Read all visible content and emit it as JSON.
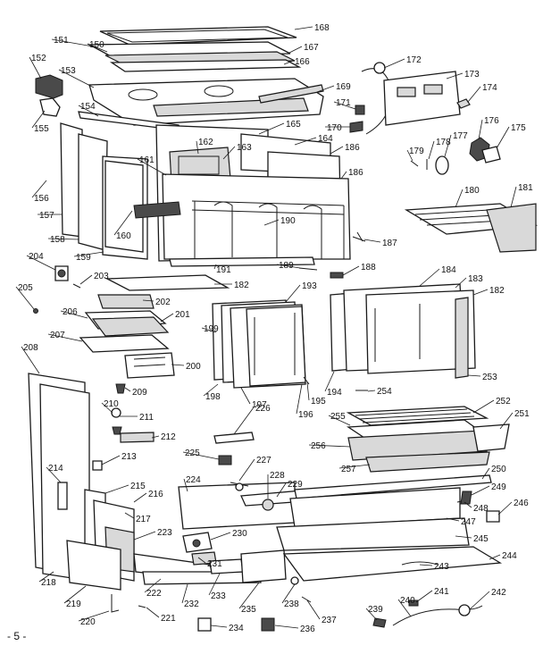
{
  "diagram": {
    "page_number": "- 5 -",
    "callouts": [
      {
        "id": "c168a",
        "label": "168"
      },
      {
        "id": "c151",
        "label": "151"
      },
      {
        "id": "c150",
        "label": "150"
      },
      {
        "id": "c167",
        "label": "167"
      },
      {
        "id": "c166",
        "label": "166"
      },
      {
        "id": "c152",
        "label": "152"
      },
      {
        "id": "c153",
        "label": "153"
      },
      {
        "id": "c169",
        "label": "169"
      },
      {
        "id": "c172",
        "label": "172"
      },
      {
        "id": "c173",
        "label": "173"
      },
      {
        "id": "c174",
        "label": "174"
      },
      {
        "id": "c171",
        "label": "171"
      },
      {
        "id": "c170",
        "label": "170"
      },
      {
        "id": "c154",
        "label": "154"
      },
      {
        "id": "c155",
        "label": "155"
      },
      {
        "id": "c165",
        "label": "165"
      },
      {
        "id": "c164",
        "label": "164"
      },
      {
        "id": "c186a",
        "label": "186"
      },
      {
        "id": "c176",
        "label": "176"
      },
      {
        "id": "c175",
        "label": "175"
      },
      {
        "id": "c177",
        "label": "177"
      },
      {
        "id": "c178",
        "label": "178"
      },
      {
        "id": "c179",
        "label": "179"
      },
      {
        "id": "c162",
        "label": "162"
      },
      {
        "id": "c163",
        "label": "163"
      },
      {
        "id": "c161",
        "label": "161"
      },
      {
        "id": "c186b",
        "label": "186"
      },
      {
        "id": "c156",
        "label": "156"
      },
      {
        "id": "c157",
        "label": "157"
      },
      {
        "id": "c180",
        "label": "180"
      },
      {
        "id": "c181",
        "label": "181"
      },
      {
        "id": "c160",
        "label": "160"
      },
      {
        "id": "c190",
        "label": "190"
      },
      {
        "id": "c158",
        "label": "158"
      },
      {
        "id": "c187",
        "label": "187"
      },
      {
        "id": "c159",
        "label": "159"
      },
      {
        "id": "c204",
        "label": "204"
      },
      {
        "id": "c203",
        "label": "203"
      },
      {
        "id": "c191",
        "label": "191"
      },
      {
        "id": "c189",
        "label": "189"
      },
      {
        "id": "c188",
        "label": "188"
      },
      {
        "id": "c184",
        "label": "184"
      },
      {
        "id": "c183",
        "label": "183"
      },
      {
        "id": "c182a",
        "label": "182"
      },
      {
        "id": "c205",
        "label": "205"
      },
      {
        "id": "c193",
        "label": "193"
      },
      {
        "id": "c182b",
        "label": "182"
      },
      {
        "id": "c202",
        "label": "202"
      },
      {
        "id": "c206",
        "label": "206"
      },
      {
        "id": "c201",
        "label": "201"
      },
      {
        "id": "c199",
        "label": "199"
      },
      {
        "id": "c207",
        "label": "207"
      },
      {
        "id": "c208",
        "label": "208"
      },
      {
        "id": "c200",
        "label": "200"
      },
      {
        "id": "c209",
        "label": "209"
      },
      {
        "id": "c198",
        "label": "198"
      },
      {
        "id": "c197",
        "label": "197"
      },
      {
        "id": "c196",
        "label": "196"
      },
      {
        "id": "c195",
        "label": "195"
      },
      {
        "id": "c194",
        "label": "194"
      },
      {
        "id": "c254",
        "label": "254"
      },
      {
        "id": "c253",
        "label": "253"
      },
      {
        "id": "c252",
        "label": "252"
      },
      {
        "id": "c210",
        "label": "210"
      },
      {
        "id": "c211",
        "label": "211"
      },
      {
        "id": "c226",
        "label": "226"
      },
      {
        "id": "c255",
        "label": "255"
      },
      {
        "id": "c251",
        "label": "251"
      },
      {
        "id": "c212",
        "label": "212"
      },
      {
        "id": "c256",
        "label": "256"
      },
      {
        "id": "c225",
        "label": "225"
      },
      {
        "id": "c227",
        "label": "227"
      },
      {
        "id": "c213",
        "label": "213"
      },
      {
        "id": "c257",
        "label": "257"
      },
      {
        "id": "c250",
        "label": "250"
      },
      {
        "id": "c228",
        "label": "228"
      },
      {
        "id": "c214",
        "label": "214"
      },
      {
        "id": "c224",
        "label": "224"
      },
      {
        "id": "c229",
        "label": "229"
      },
      {
        "id": "c215",
        "label": "215"
      },
      {
        "id": "c216",
        "label": "216"
      },
      {
        "id": "c249",
        "label": "249"
      },
      {
        "id": "c248",
        "label": "248"
      },
      {
        "id": "c246",
        "label": "246"
      },
      {
        "id": "c217",
        "label": "217"
      },
      {
        "id": "c247",
        "label": "247"
      },
      {
        "id": "c223",
        "label": "223"
      },
      {
        "id": "c230",
        "label": "230"
      },
      {
        "id": "c245",
        "label": "245"
      },
      {
        "id": "c231",
        "label": "231"
      },
      {
        "id": "c244",
        "label": "244"
      },
      {
        "id": "c243",
        "label": "243"
      },
      {
        "id": "c218",
        "label": "218"
      },
      {
        "id": "c222",
        "label": "222"
      },
      {
        "id": "c232",
        "label": "232"
      },
      {
        "id": "c233",
        "label": "233"
      },
      {
        "id": "c235",
        "label": "235"
      },
      {
        "id": "c238",
        "label": "238"
      },
      {
        "id": "c241",
        "label": "241"
      },
      {
        "id": "c242",
        "label": "242"
      },
      {
        "id": "c219",
        "label": "219"
      },
      {
        "id": "c221",
        "label": "221"
      },
      {
        "id": "c240",
        "label": "240"
      },
      {
        "id": "c239",
        "label": "239"
      },
      {
        "id": "c237",
        "label": "237"
      },
      {
        "id": "c220",
        "label": "220"
      },
      {
        "id": "c234",
        "label": "234"
      },
      {
        "id": "c236",
        "label": "236"
      }
    ]
  }
}
